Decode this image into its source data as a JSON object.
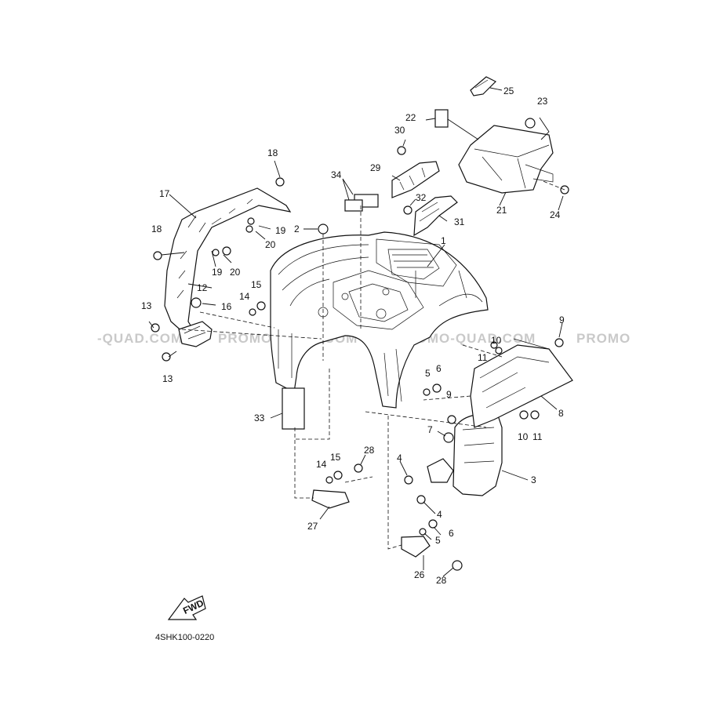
{
  "diagram": {
    "drawing_code": "4SHK100-0220",
    "fwd_label": "FWD",
    "watermark_texts": [
      "-QUAD.COM",
      "PROMO-QUAD.COM",
      "PROMO-QUAD.COM",
      "PROMO"
    ],
    "callouts": [
      "1",
      "2",
      "3",
      "4",
      "4",
      "5",
      "5",
      "6",
      "6",
      "7",
      "8",
      "9",
      "9",
      "10",
      "10",
      "11",
      "11",
      "12",
      "13",
      "13",
      "14",
      "14",
      "15",
      "15",
      "16",
      "17",
      "18",
      "18",
      "19",
      "19",
      "20",
      "20",
      "21",
      "22",
      "23",
      "24",
      "25",
      "26",
      "27",
      "28",
      "28",
      "29",
      "30",
      "31",
      "32",
      "33",
      "34"
    ]
  }
}
